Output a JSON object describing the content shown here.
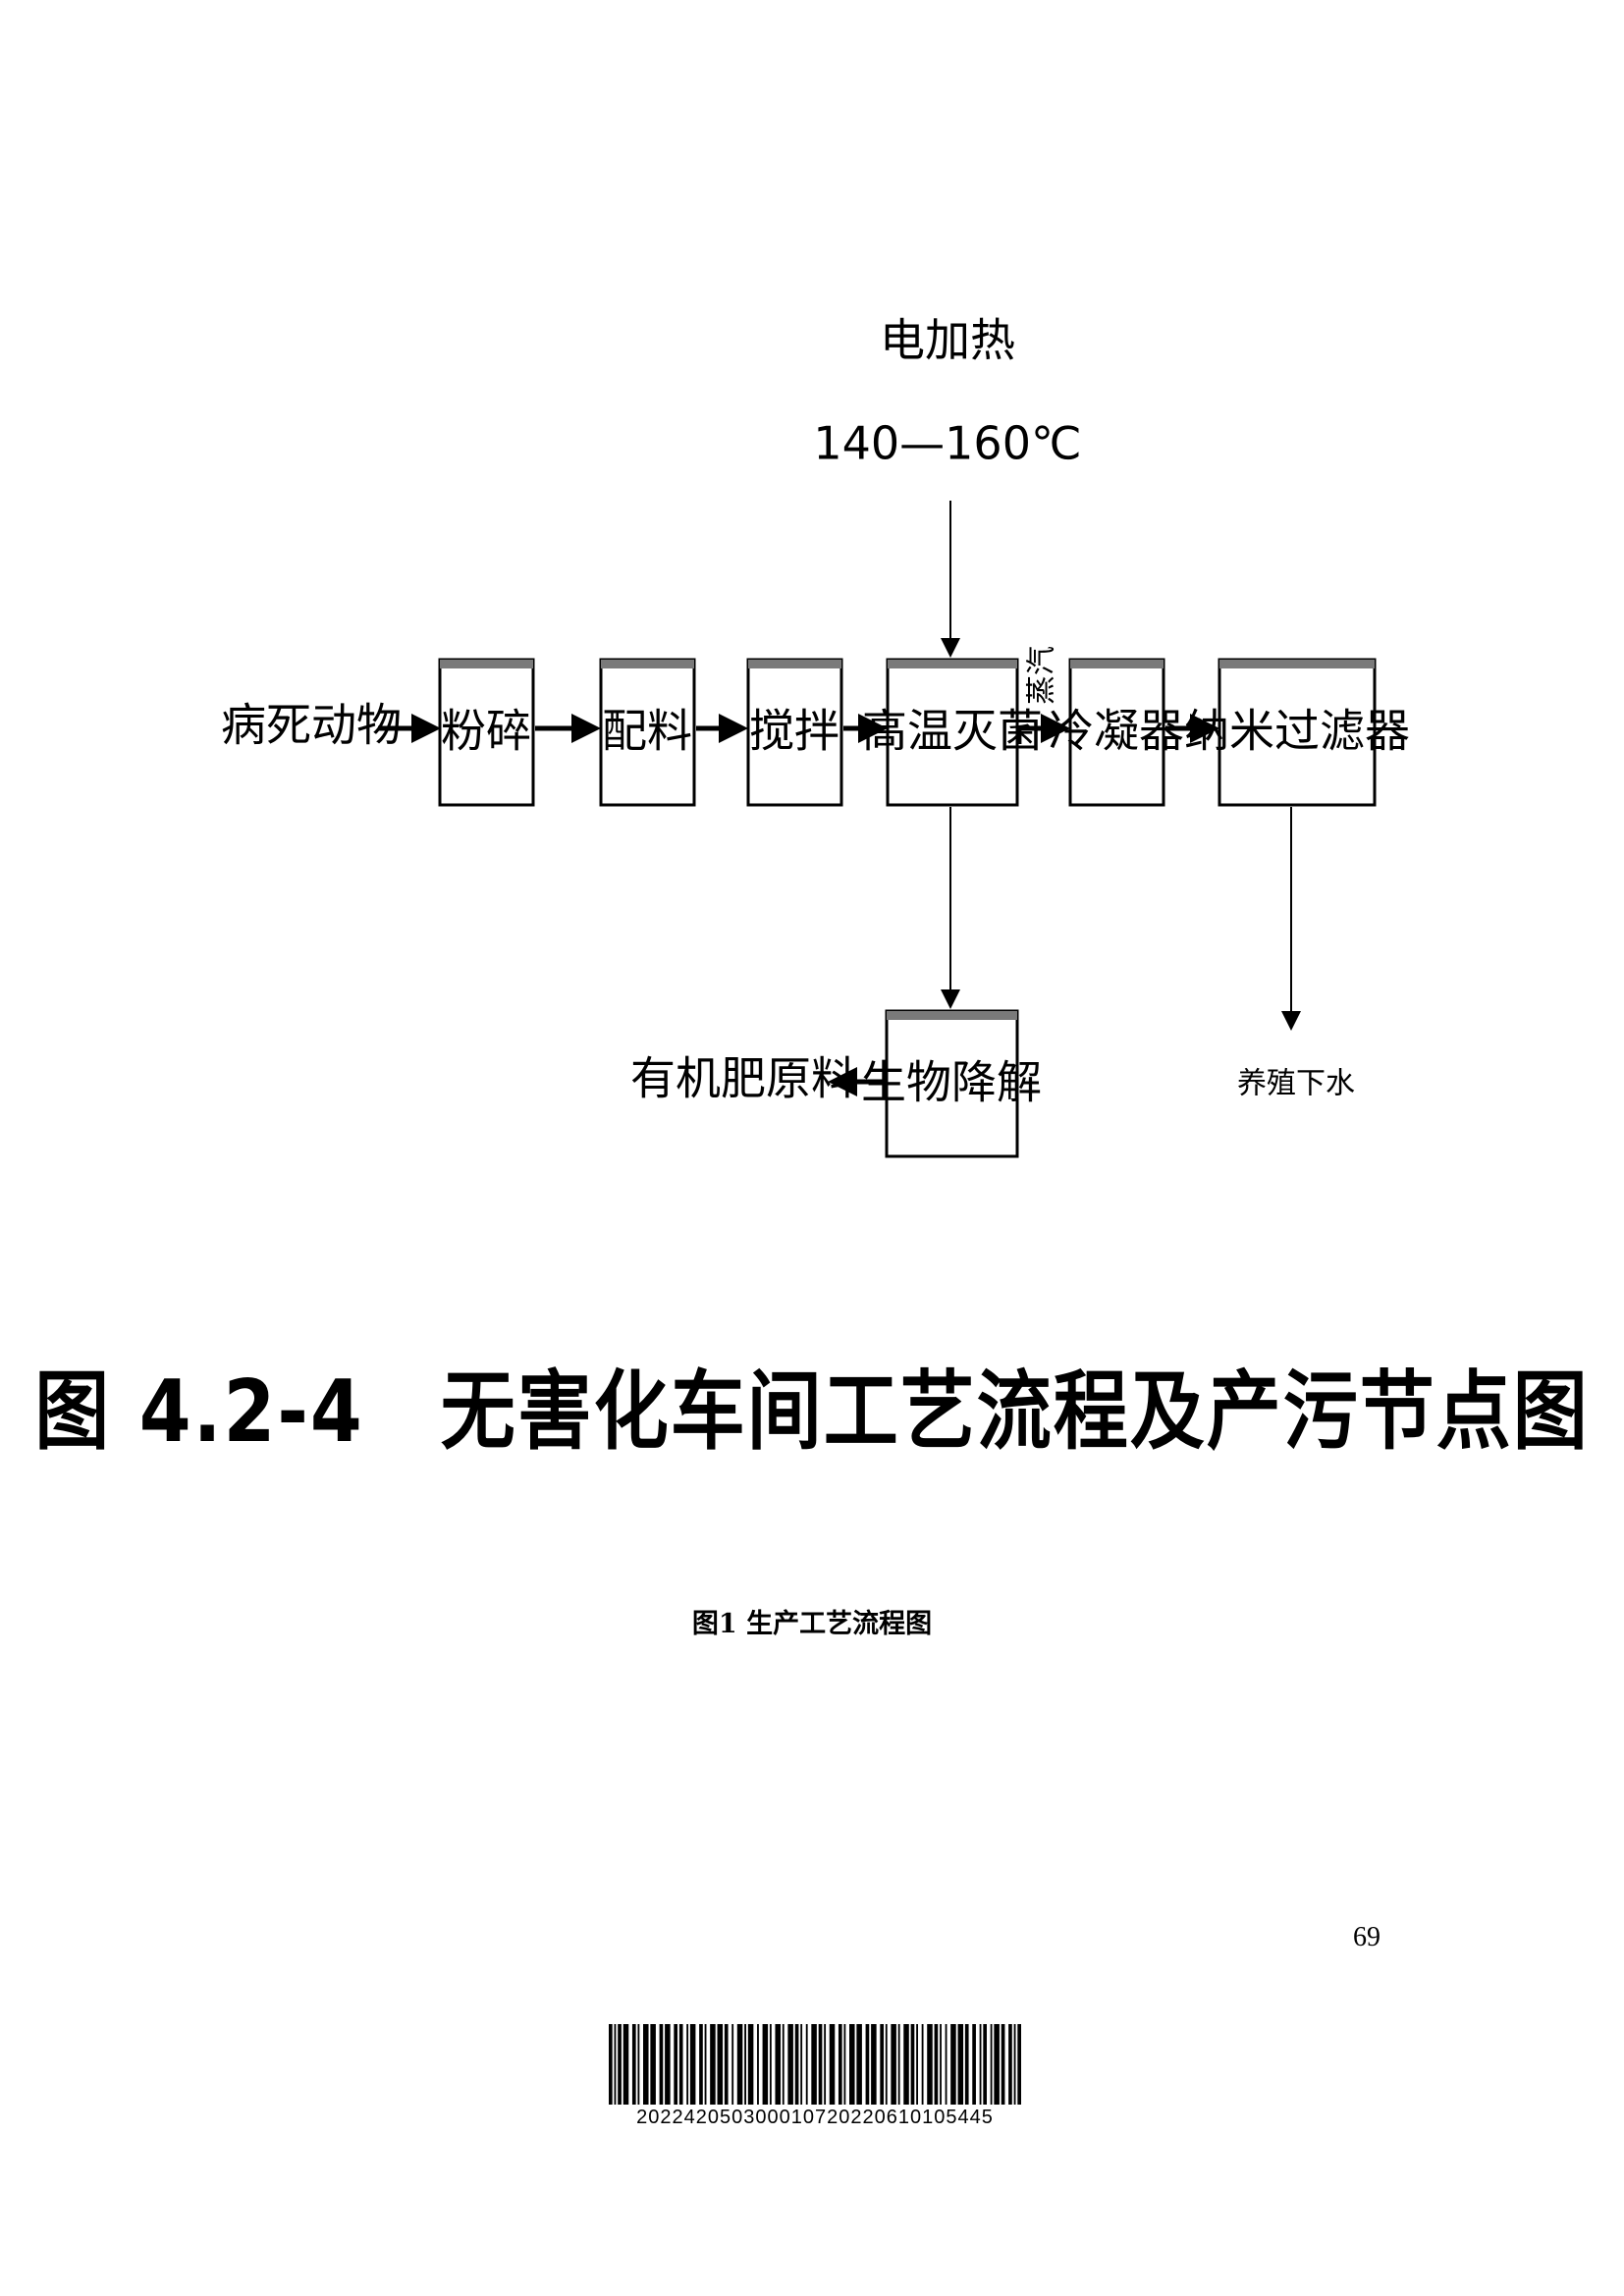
{
  "diagram": {
    "nodes": {
      "source": "病死动物",
      "crush": "粉碎",
      "mix": "配料",
      "stir": "搅拌",
      "sterilize": "高温灭菌",
      "condenser": "冷凝器",
      "nanofilter": "纳米过滤器",
      "biodegrade": "生物降解",
      "output": "有机肥原料",
      "wastewater": "养殖下水"
    },
    "input_label": "电加热",
    "temperature_label": "140—160℃",
    "steam_label": "蒸汽"
  },
  "figure_heading": "图 4.2-4　无害化车间工艺流程及产污节点图",
  "caption": "图1  生产工艺流程图",
  "page_number": "69",
  "barcode": "20224205030001072022061010544​5"
}
